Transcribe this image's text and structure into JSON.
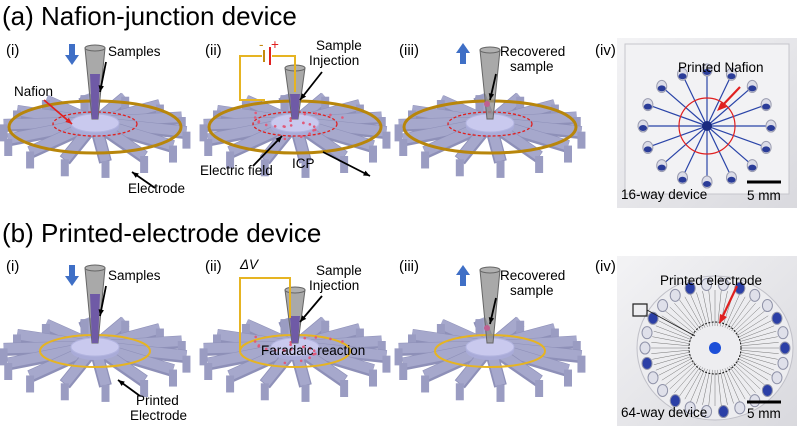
{
  "section_a": {
    "heading": "(a) Nafion-junction device",
    "panels": [
      {
        "roman": "(i)",
        "labels": {
          "samples": "Samples",
          "nafion": "Nafion",
          "electrode": "Electrode"
        }
      },
      {
        "roman": "(ii)",
        "labels": {
          "polarity_minus": "-",
          "polarity_plus": "+",
          "sample_injection_1": "Sample",
          "sample_injection_2": "Injection",
          "electric_field": "Electric field",
          "icp": "ICP"
        }
      },
      {
        "roman": "(iii)",
        "labels": {
          "recovered_1": "Recovered",
          "recovered_2": "sample"
        }
      },
      {
        "roman": "(iv)",
        "labels": {
          "printed": "Printed Nafion",
          "device": "16-way device",
          "scale": "5 mm"
        }
      }
    ]
  },
  "section_b": {
    "heading": "(b) Printed-electrode device",
    "panels": [
      {
        "roman": "(i)",
        "labels": {
          "samples": "Samples",
          "printed_1": "Printed",
          "printed_2": "Electrode"
        }
      },
      {
        "roman": "(ii)",
        "labels": {
          "delta_v": "ΔV",
          "sample_injection_1": "Sample",
          "sample_injection_2": "Injection",
          "faradaic": "Faradaic reaction"
        }
      },
      {
        "roman": "(iii)",
        "labels": {
          "recovered_1": "Recovered",
          "recovered_2": "sample"
        }
      },
      {
        "roman": "(iv)",
        "labels": {
          "printed": "Printed electrode",
          "device": "64-way device",
          "scale": "5 mm"
        }
      }
    ]
  },
  "colors": {
    "arrow_blue": "#3f6fc6",
    "ring_gold": "#b8860b",
    "wire_yellow": "#e6b422",
    "nafion_red": "#e02020",
    "channel": "#a6a8cc",
    "hub": "#c9c9ee"
  }
}
